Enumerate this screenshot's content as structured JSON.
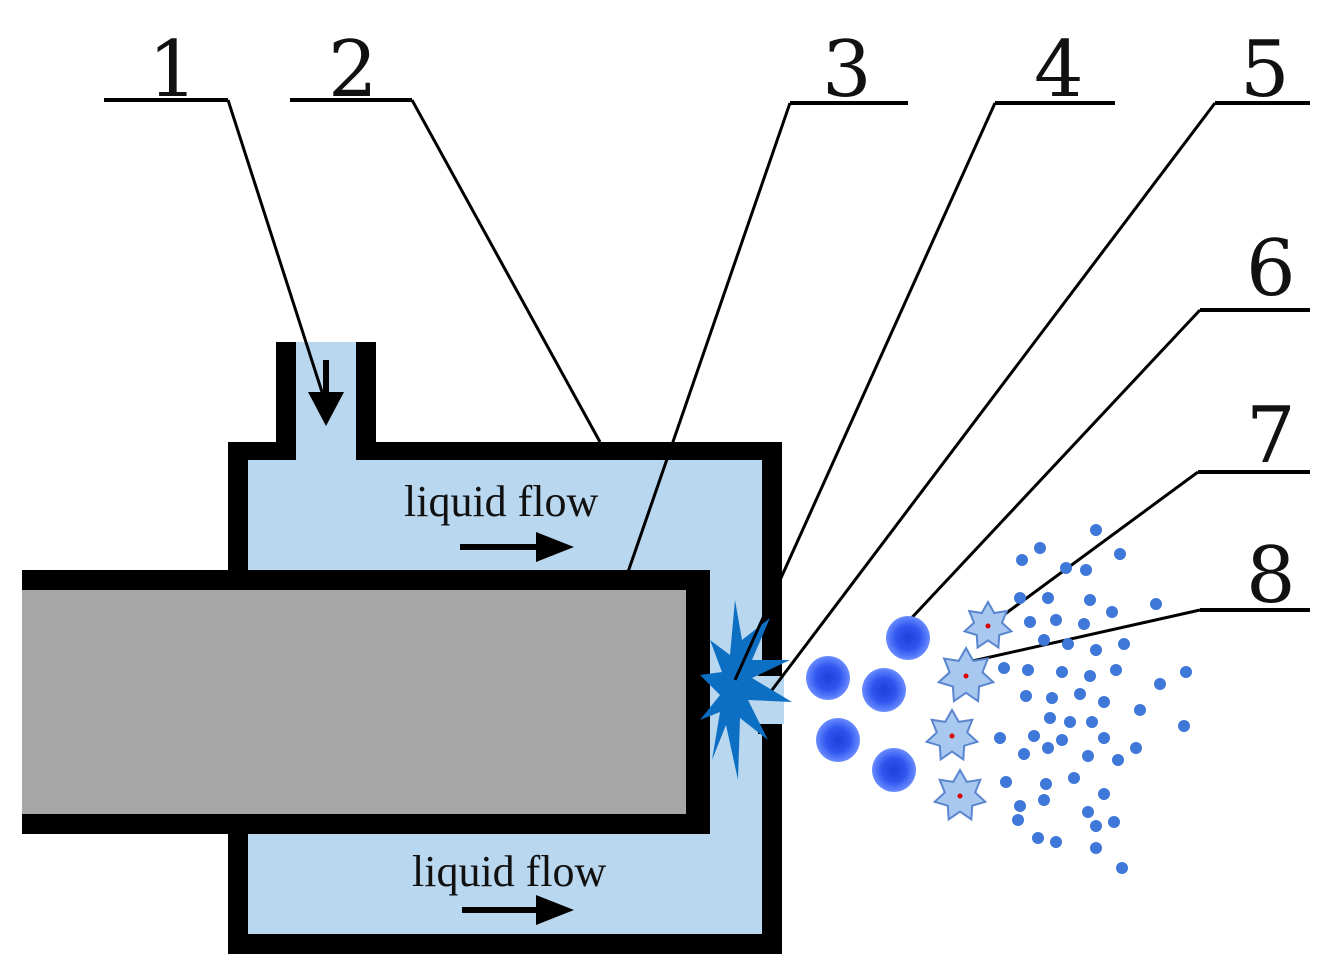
{
  "diagram": {
    "callouts": [
      {
        "id": "1",
        "text": "1"
      },
      {
        "id": "2",
        "text": "2"
      },
      {
        "id": "3",
        "text": "3"
      },
      {
        "id": "4",
        "text": "4"
      },
      {
        "id": "5",
        "text": "5"
      },
      {
        "id": "6",
        "text": "6"
      },
      {
        "id": "7",
        "text": "7"
      },
      {
        "id": "8",
        "text": "8"
      }
    ],
    "flow_labels": {
      "top": "liquid flow",
      "bottom": "liquid flow"
    },
    "colors": {
      "wall": "#000000",
      "liquid": "#b9d7ef",
      "rod": "#a6a6a6",
      "discharge": "#0d6fc4",
      "drop": "#1f3fd8",
      "drop_highlight": "#5d7bff",
      "small_drop": "#3f78d8",
      "star": "#a9c8f0",
      "star_edge": "#5a86cf",
      "star_core": "#e00000"
    }
  }
}
